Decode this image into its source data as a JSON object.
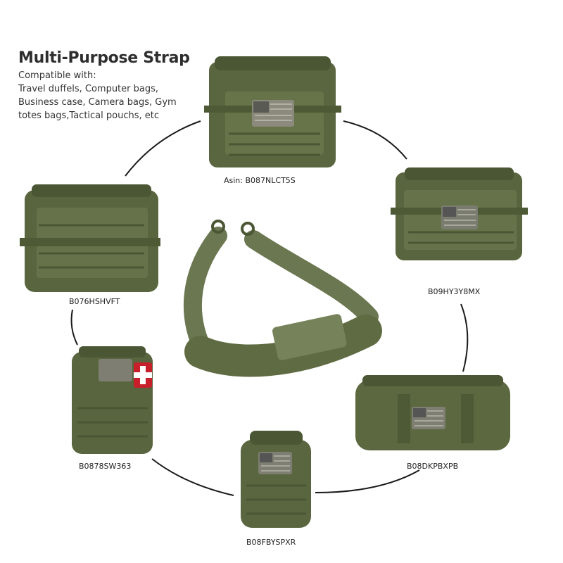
{
  "header": {
    "title": "Multi-Purpose Strap",
    "compatible_label": "Compatible with:",
    "compatible_lines": [
      "Travel duffels, Computer bags,",
      "Business case, Camera bags, Gym",
      "totes bags,Tactical pouchs, etc"
    ]
  },
  "products": [
    {
      "label": "Asin: B087NLCT5S"
    },
    {
      "label": "B09HY3Y8MX"
    },
    {
      "label": "B076HSHVFT"
    },
    {
      "label": "B0878SW363"
    },
    {
      "label": "B08DKPBXPB"
    },
    {
      "label": "B08FBYSPXR"
    }
  ],
  "colors": {
    "olive_dark": "#4b5634",
    "olive": "#5f6b42",
    "olive_light": "#75825a",
    "strap": "#6a7750",
    "text": "#2e2e2e",
    "medic_red": "#c8202a"
  }
}
